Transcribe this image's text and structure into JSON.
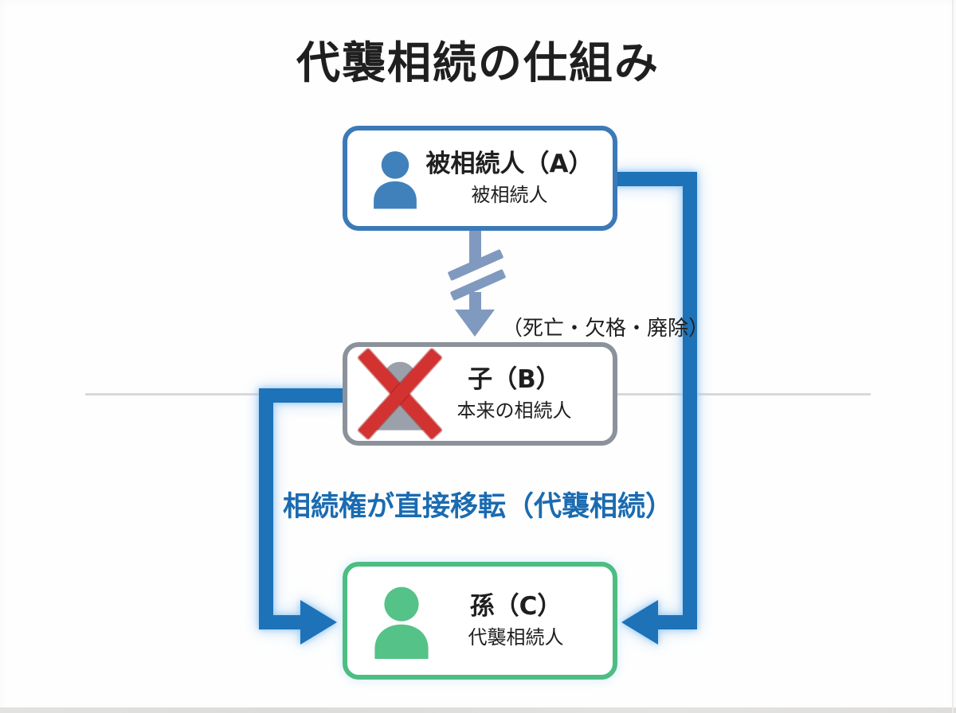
{
  "page": {
    "title": "代襲相続の仕組み"
  },
  "boxes": {
    "decedent": {
      "title": "被相続人（A）",
      "subtitle": "被相続人"
    },
    "child": {
      "title": "子（B）",
      "subtitle": "本来の相続人"
    },
    "grandchild": {
      "title": "孫（C）",
      "subtitle": "代襲相続人"
    }
  },
  "labels": {
    "succession_cause": "（死亡・欠格・廃除）",
    "transfer_note": "相続権が直接移転（代襲相続）"
  },
  "icons": {
    "decedent": "person-icon",
    "child": "person-icon-crossed-out",
    "grandchild": "person-icon"
  },
  "colors": {
    "box_blue": "#3b7ab7",
    "icon_blue": "#4181bb",
    "arrow_bold_blue": "#1d72b8",
    "arrow_glow": "#aed4f2",
    "arrow_steel_blue": "#8099bf",
    "box_gray": "#8b929b",
    "icon_gray": "#9aa1ab",
    "cross_red": "#d23230",
    "box_green": "#4dbd82",
    "icon_green": "#55c287",
    "note_blue": "#1a6bb1",
    "divider_gray": "#d9d9d9",
    "text_dark": "#1f1f1f"
  }
}
